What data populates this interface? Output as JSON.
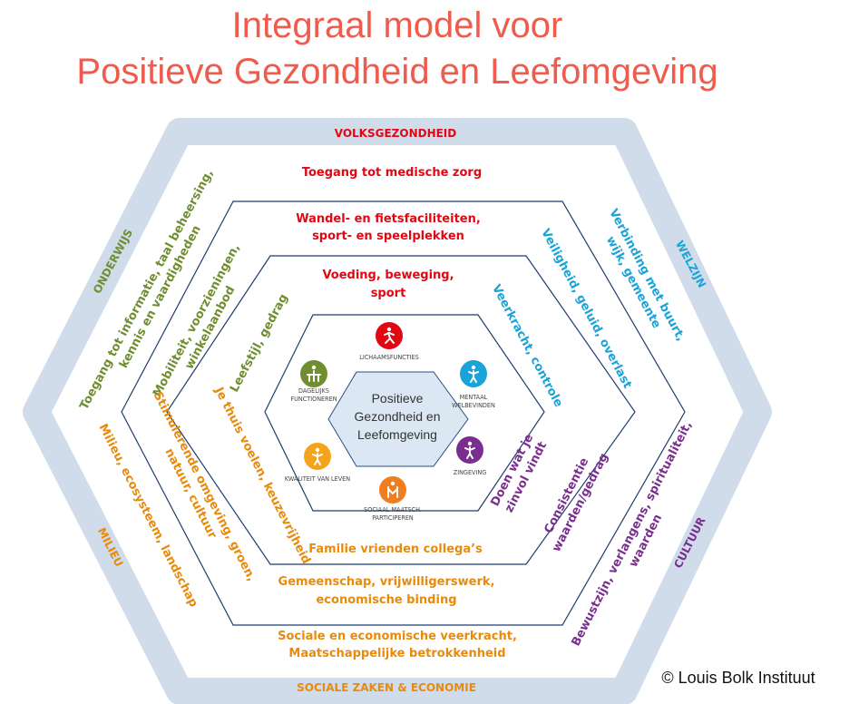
{
  "title": {
    "line1": "Integraal model voor",
    "line2": "Positieve Gezondheid en Leefomgeving"
  },
  "colors": {
    "title": "#ef5b4d",
    "outer_band": "#d0dcea",
    "red": "#e30613",
    "green": "#6f8e2f",
    "cyan": "#1aa3d8",
    "purple": "#7a2f8e",
    "orange": "#e88a0c",
    "center_fill": "#dbe7f2"
  },
  "sectors": {
    "top": "VOLKSGEZONDHEID",
    "upper_left": "ONDERWIJS",
    "upper_right": "WELZIJN",
    "lower_left": "MILIEU",
    "lower_right": "CULTUUR",
    "bottom": "SOCIALE ZAKEN & ECONOMIE"
  },
  "labels": {
    "top_outer": "Toegang tot medische zorg",
    "top_mid_1": "Wandel- en fietsfaciliteiten,",
    "top_mid_2": "sport- en speelplekken",
    "top_inner_1": "Voeding, beweging,",
    "top_inner_2": "sport",
    "ul_outer_1": "Toegang tot informatie, taal beheersing,",
    "ul_outer_2": "kennis en vaardigheden",
    "ul_mid_1": "Mobiliteit, voorzieningen,",
    "ul_mid_2": "winkelaanbod",
    "ul_inner": "Leefstijl, gedrag",
    "ur_outer_1": "Verbinding met buurt,",
    "ur_outer_2": "wijk, gemeente",
    "ur_mid": "Veiligheid, geluid, overlast",
    "ur_inner": "Veerkracht, controle",
    "ll_outer": "Milieu, ecosysteem, landschap",
    "ll_mid_1": "Stimulerende omgeving, groen,",
    "ll_mid_2": "natuur, cultuur",
    "ll_inner": "Je thuis voelen, keuzevrijheid",
    "lr_outer_1": "Bewustzijn, verlangens, spiritualiteit,",
    "lr_outer_2": "waarden",
    "lr_mid_1": "Consistentie",
    "lr_mid_2": "waarden/gedrag",
    "lr_inner_1": "Doen wat je",
    "lr_inner_2": "zinvol vindt",
    "bottom_inner": "Familie  vrienden collega’s",
    "bottom_mid_1": "Gemeenschap, vrijwilligerswerk,",
    "bottom_mid_2": "economische binding",
    "bottom_outer_1": "Sociale en economische veerkracht,",
    "bottom_outer_2": "Maatschappelijke betrokkenheid"
  },
  "center": {
    "line1": "Positieve",
    "line2": "Gezondheid en",
    "line3": "Leefomgeving"
  },
  "dimensions": [
    {
      "label": "LICHAAMSFUNCTIES",
      "color": "#e30613",
      "icon": "running-person-icon"
    },
    {
      "label": "MENTAAL WELBEVINDEN",
      "color": "#1aa3d8",
      "icon": "person-icon"
    },
    {
      "label": "ZINGEVING",
      "color": "#7a2f8e",
      "icon": "person-icon"
    },
    {
      "label": "SOCIAAL MAATSCH. PARTICIPEREN",
      "color": "#f07d1e",
      "icon": "people-icon"
    },
    {
      "label": "KWALITEIT VAN LEVEN",
      "color": "#f5a31a",
      "icon": "person-icon"
    },
    {
      "label": "DAGELIJKS FUNCTIONEREN",
      "color": "#6f8e2f",
      "icon": "working-person-icon"
    }
  ],
  "copyright": "© Louis Bolk Instituut"
}
